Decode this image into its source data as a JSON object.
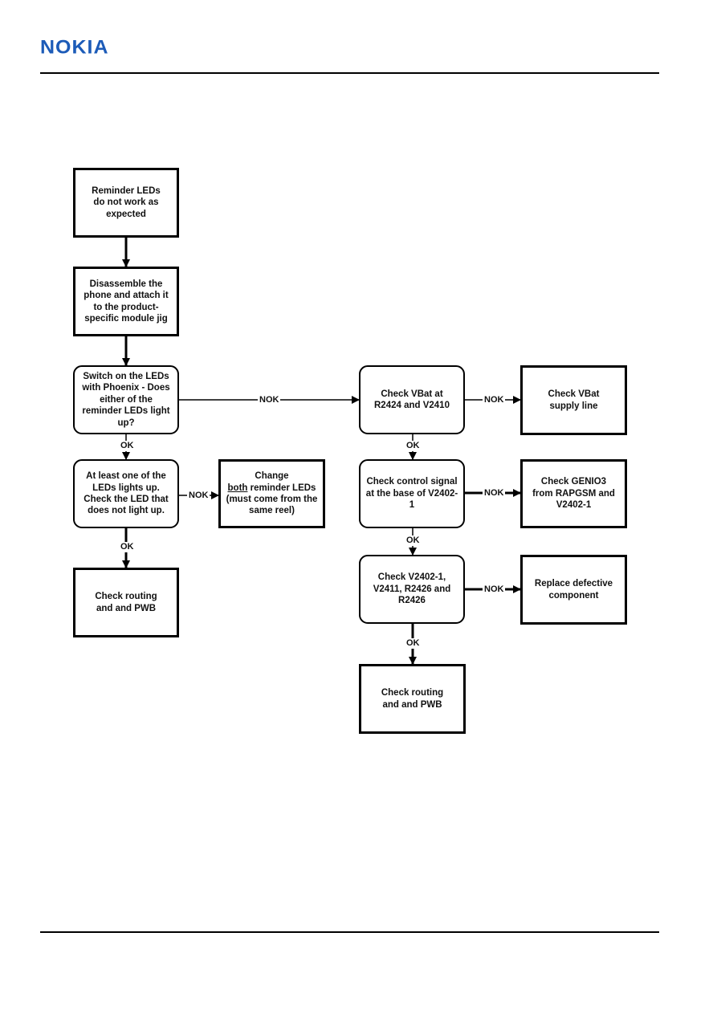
{
  "header": {
    "logo": "NOKIA"
  },
  "flowchart": {
    "nodes": {
      "start": "Reminder LEDs do not work as expected",
      "disassemble": "Disassemble the phone and attach it to the product-specific module jig",
      "switch_on": "Switch on the LEDs with Phoenix - Does either of the reminder LEDs light up?",
      "at_least_one": "At least one of the LEDs lights up. Check the LED that does not light up.",
      "change_both_prefix": "Change",
      "change_both_underlined": "both",
      "change_both_suffix": "reminder LEDs (must come from the same reel)",
      "routing_left": "Check routing and and PWB",
      "check_vbat": "Check VBat at R2424 and V2410",
      "vbat_supply": "Check VBat supply line",
      "control_signal": "Check control signal at the base of V2402-1",
      "genio3": "Check GENIO3 from RAPGSM and V2402-1",
      "check_v2402": "Check V2402-1, V2411, R2426 and R2426",
      "replace": "Replace defective component",
      "routing_right": "Check routing and and PWB"
    },
    "edge_labels": {
      "ok": "OK",
      "nok": "NOK"
    }
  }
}
